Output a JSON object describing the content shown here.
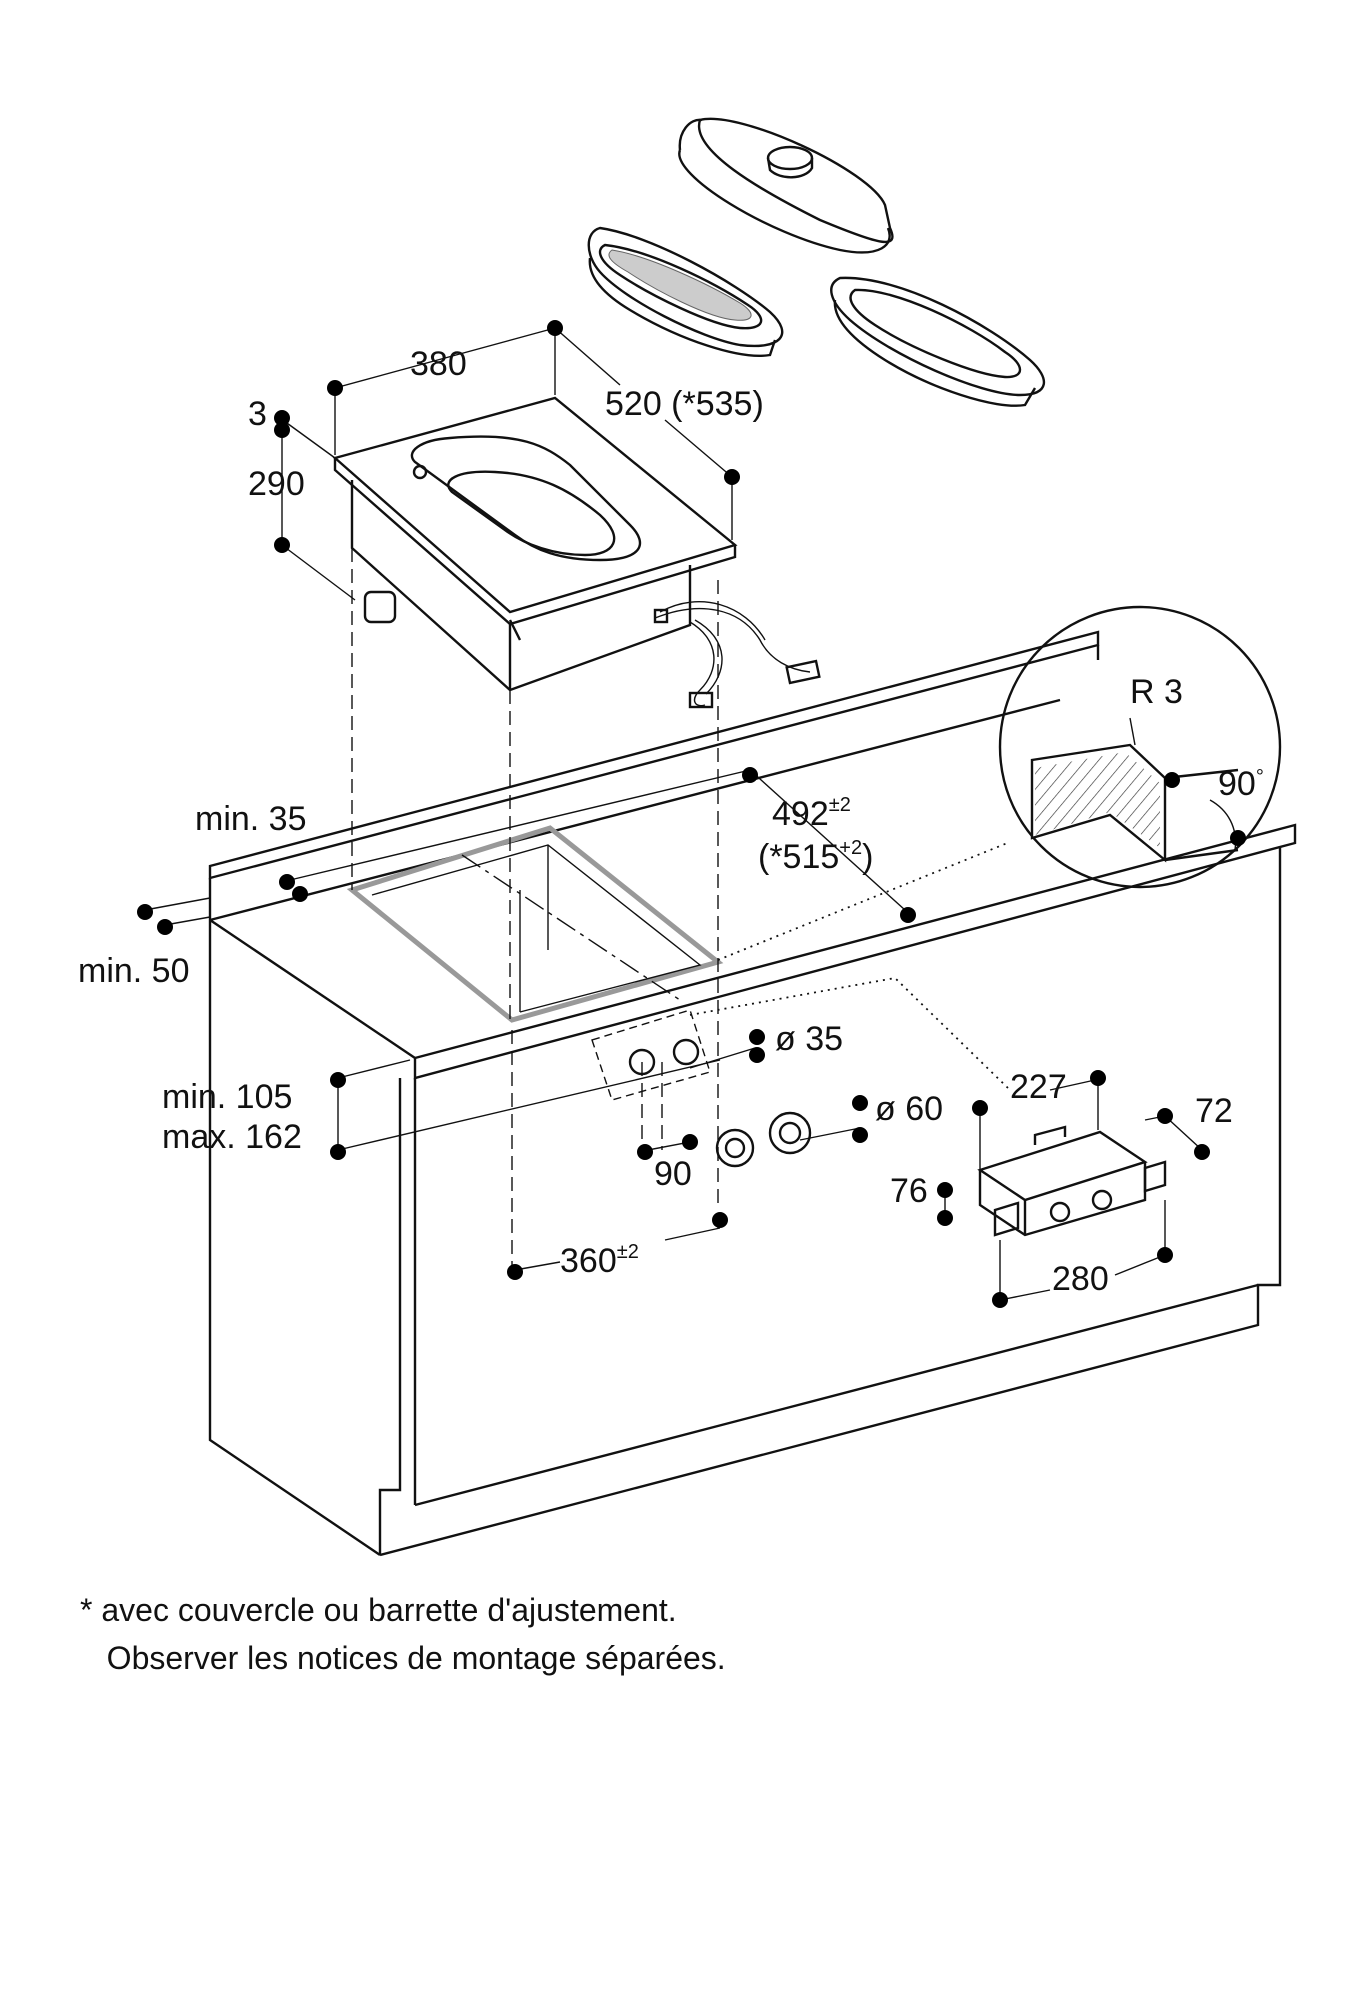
{
  "dimensions": {
    "width_380": "380",
    "depth_520": "520 (*535)",
    "thickness_3": "3",
    "height_290": "290",
    "r3": "R 3",
    "angle_90": "90",
    "degree_symbol": "°",
    "min35": "min. 35",
    "min50": "min. 50",
    "cut_492": "492",
    "cut_492_tol": "±2",
    "cut_515_open": "(*515",
    "cut_515_tol": "+2",
    "cut_515_close": ")",
    "dia35": "ø 35",
    "dia60": "ø 60",
    "min105": "min. 105",
    "max162": "max. 162",
    "spacing_90": "90",
    "cut_360": "360",
    "cut_360_tol": "±2",
    "box_227": "227",
    "box_72": "72",
    "box_76": "76",
    "box_280": "280"
  },
  "footnote": {
    "line1": "* avec couvercle ou barrette d'ajustement.",
    "line2": "   Observer les notices de montage séparées."
  }
}
